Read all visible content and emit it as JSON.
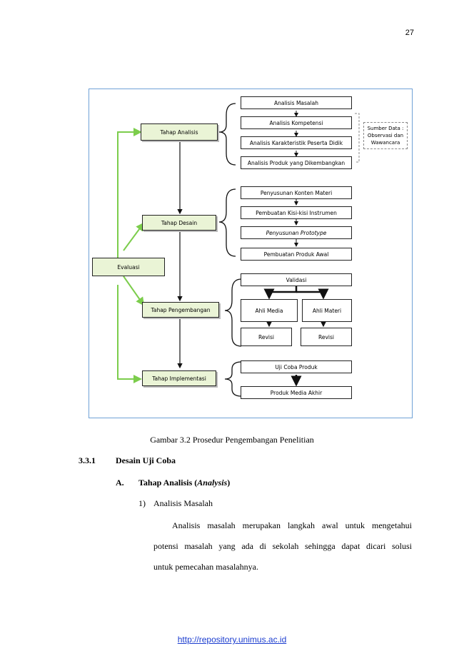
{
  "page_number": "27",
  "figure": {
    "stages": {
      "analisis": "Tahap Analisis",
      "desain": "Tahap Desain",
      "evaluasi": "Evaluasi",
      "pengembangan": "Tahap Pengembangan",
      "implementasi": "Tahap Implementasi"
    },
    "analisis_steps": [
      "Analisis Masalah",
      "Analisis Kompetensi",
      "Analisis Karakteristik Peserta Didik",
      "Analisis Produk yang Dikembangkan"
    ],
    "sumber_data": [
      "Sumber Data :",
      "Observasi dan",
      "Wawancara"
    ],
    "desain_steps": [
      "Penyusunan Konten Materi",
      "Pembuatan Kisi-kisi Instrumen",
      "Penyusunan Prototype",
      "Pembuatan Produk Awal"
    ],
    "pengembangan": {
      "validasi": "Validasi",
      "ahli_media": "Ahli Media",
      "ahli_materi": "Ahli Materi",
      "revisi_1": "Revisi",
      "revisi_2": "Revisi"
    },
    "implementasi_steps": [
      "Uji Coba Produk",
      "Produk Media Akhir"
    ],
    "colors": {
      "stage_fill": "#eaf4d6",
      "green_arrow": "#7ccd4c",
      "border": "#6fa1d6"
    }
  },
  "caption": "Gambar 3.2 Prosedur Pengembangan Penelitian",
  "section": {
    "number": "3.3.1",
    "title": "Desain Uji Coba"
  },
  "subsection": {
    "letter": "A.",
    "title_prefix": "Tahap Analisis (",
    "title_italic": "Analysis",
    "title_suffix": ")"
  },
  "item": {
    "number": "1)",
    "title": "Analisis Masalah"
  },
  "paragraph": [
    "Analisis masalah merupakan langkah awal untuk mengetahui",
    "potensi masalah yang ada di sekolah sehingga dapat dicari solusi",
    "untuk pemecahan masalahnya."
  ],
  "footer_link": "http://repository.unimus.ac.id"
}
